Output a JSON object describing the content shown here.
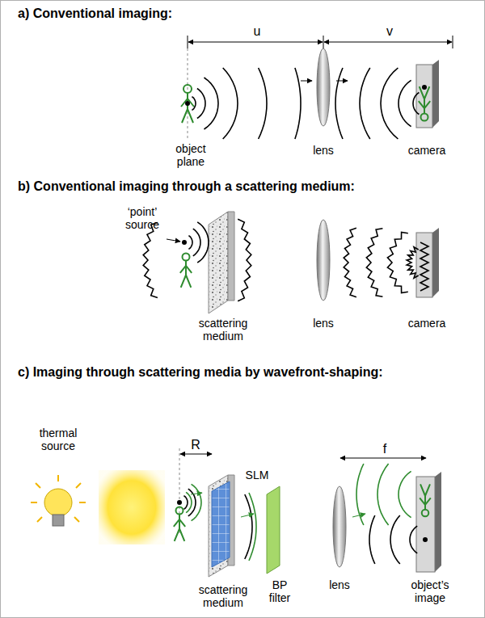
{
  "diagram": {
    "labels": [
      "a) Conventional imaging:",
      "u",
      "v",
      "object plane",
      "lens",
      "camera",
      "b) Conventional imaging through a scattering medium:",
      "‘point’ source",
      "scattering medium",
      "lens",
      "camera",
      "c) Imaging through scattering media by wavefront-shaping:",
      "thermal source",
      "R",
      "SLM",
      "f",
      "scattering medium",
      "BP filter",
      "lens",
      "object’s image"
    ]
  }
}
